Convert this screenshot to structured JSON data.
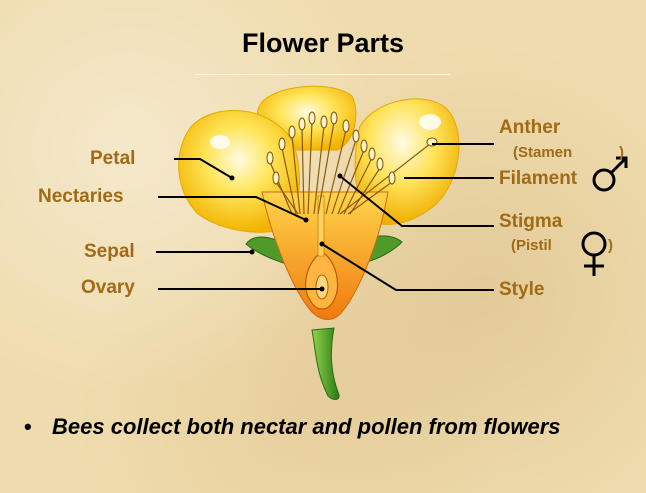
{
  "slide": {
    "title": "Flower Parts",
    "labels": {
      "petal": "Petal",
      "nectaries": "Nectaries",
      "sepal": "Sepal",
      "ovary": "Ovary",
      "anther": "Anther",
      "stamen": "(Stamen",
      "stamen_close": ")",
      "filament": "Filament",
      "stigma": "Stigma",
      "pistil": "(Pistil",
      "pistil_close": ")",
      "style": "Style"
    },
    "bullet": {
      "marker": "•",
      "text": "Bees collect both nectar and pollen from flowers"
    }
  },
  "colors": {
    "label": "#a06a16",
    "leader_line": "#000000",
    "petal": "#ffd21a",
    "stem": "#3f9a22",
    "background": "#efdcae"
  },
  "icons": [
    "male-symbol-icon",
    "female-symbol-icon"
  ]
}
